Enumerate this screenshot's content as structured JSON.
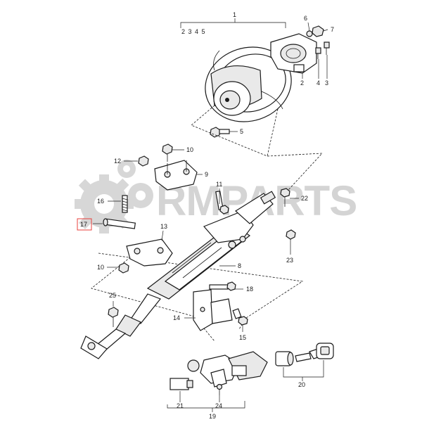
{
  "watermark": {
    "text": "RMPARTS"
  },
  "callouts": {
    "c1": "1",
    "c1_sub": "2 3 4 5",
    "c2": "2",
    "c3": "3",
    "c4": "4",
    "c5": "5",
    "c6": "6",
    "c7": "7",
    "c8": "8",
    "c9": "9",
    "c10a": "10",
    "c10b": "10",
    "c11": "11",
    "c12": "12",
    "c13": "13",
    "c14": "14",
    "c15": "15",
    "c16": "16",
    "c17": "17",
    "c18": "18",
    "c19": "19",
    "c20": "20",
    "c21": "21",
    "c22": "22",
    "c23": "23",
    "c24": "24",
    "c25": "25"
  },
  "highlight": {
    "callout": "17",
    "color": "#e8413c"
  },
  "colors": {
    "line": "#1a1a1a",
    "watermark": "#d4d4d4"
  }
}
